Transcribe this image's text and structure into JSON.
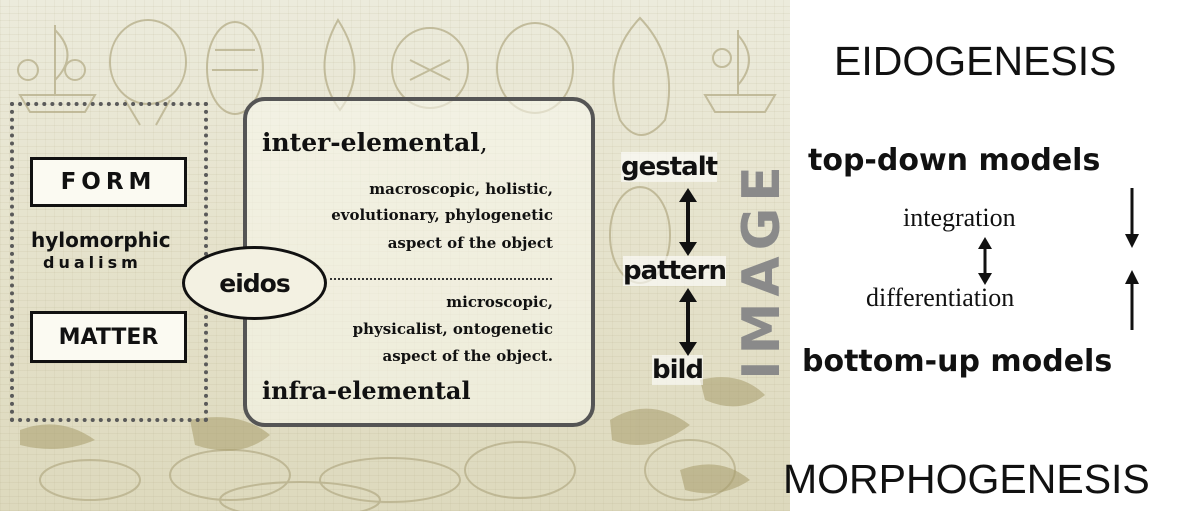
{
  "left_panel": {
    "form_label": "FORM",
    "matter_label": "MATTER",
    "hylomorphic": "hylomorphic",
    "dualism": "dualism",
    "eidos": "eidos"
  },
  "center_panel": {
    "inter_title": "inter-elemental",
    "inter_comma": ",",
    "inter_lines": [
      "macroscopic, holistic,",
      "evolutionary, phylogenetic",
      "aspect of the object"
    ],
    "infra_lines": [
      "microscopic,",
      "physicalist, ontogenetic",
      "aspect of the object."
    ],
    "infra_title": "infra-elemental"
  },
  "scale_panel": {
    "gestalt": "gestalt",
    "pattern": "pattern",
    "bild": "bild",
    "image_vertical": "IMAGE"
  },
  "right_panel": {
    "eidogenesis": "EIDOGENESIS",
    "top_down": "top-down models",
    "integration": "integration",
    "differentiation": "differentiation",
    "bottom_up": "bottom-up models",
    "morphogenesis": "MORPHOGENESIS"
  }
}
